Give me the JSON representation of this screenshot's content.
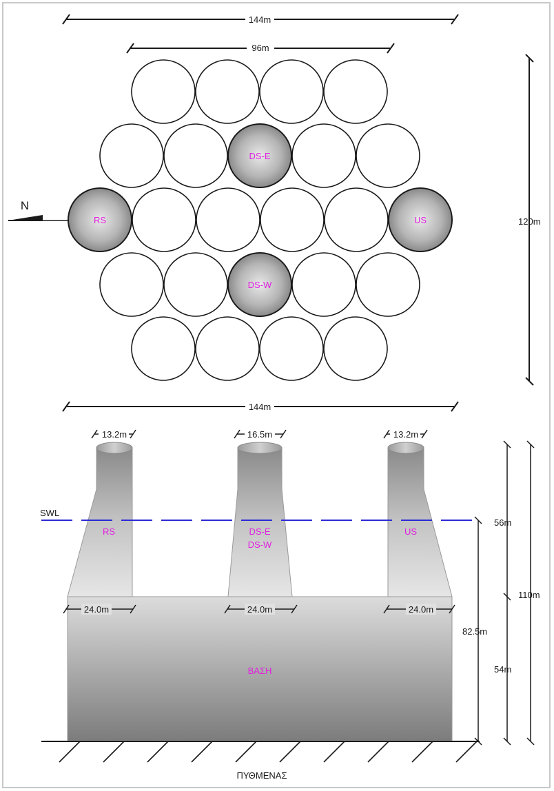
{
  "plan": {
    "dims": {
      "top_width": "144m",
      "inner_width": "96m",
      "height": "120m",
      "bottom_width": "144m"
    },
    "north_label": "N",
    "columns": {
      "rs": "RS",
      "us": "US",
      "ds_e": "DS-E",
      "ds_w": "DS-W"
    }
  },
  "elevation": {
    "top_dims": {
      "rs": "13.2m",
      "ds": "16.5m",
      "us": "13.2m"
    },
    "bottom_dims": {
      "rs": "24.0m",
      "ds": "24.0m",
      "us": "24.0m"
    },
    "swl": "SWL",
    "labels": {
      "rs": "RS",
      "ds_e": "DS-E",
      "ds_w": "DS-W",
      "us": "US",
      "base": "ΒΑΣΗ"
    },
    "heights": {
      "h56": "56m",
      "h54": "54m",
      "h110": "110m",
      "h82": "82.5m"
    },
    "seabed": "ΠΥΘΜΕΝΑΣ"
  },
  "colors": {
    "label": "#e020e0",
    "swl_line": "#2b2bd6",
    "line": "#1a1a1a"
  }
}
